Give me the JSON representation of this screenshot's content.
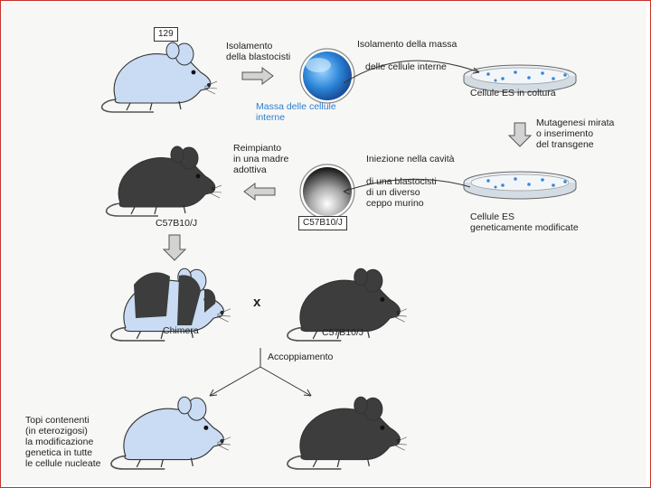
{
  "strain_labels": {
    "donor_129": "129",
    "recipient_box": "C57B10/J",
    "adoptive_mouse": "C57B10/J",
    "mate_mouse": "C57B10/J"
  },
  "steps": {
    "isolation_blastocyst": "Isolamento\ndella blastocisti",
    "inner_mass_label": "Massa delle cellule\ninterne",
    "isolation_mass": "Isolamento della massa",
    "inner_cells": "delle cellule interne",
    "es_culture": "Cellule ES in coltura",
    "mutagenesis": "Mutagenesi mirata\no inserimento\ndel transgene",
    "injection_cavity": "Iniezione nella cavità",
    "blastocyst_other": "di una blastocisti\ndi un diverso\nceppo murino",
    "es_modified": "Cellule ES\ngeneticamente modificate",
    "reimplant": "Reimpianto\nin una madre\nadottiva",
    "chimera": "Chimera",
    "cross_symbol": "x",
    "mating": "Accoppiamento",
    "offspring": "Topi contenenti\n(in eterozigosi)\nla modificazione\ngenetica in tutte\nle cellule nucleate"
  },
  "colors": {
    "light_mouse": "#c9dcf3",
    "dark_mouse": "#3d3d3d",
    "blue_accent": "#2a7fd2",
    "frame": "#c9302c"
  }
}
